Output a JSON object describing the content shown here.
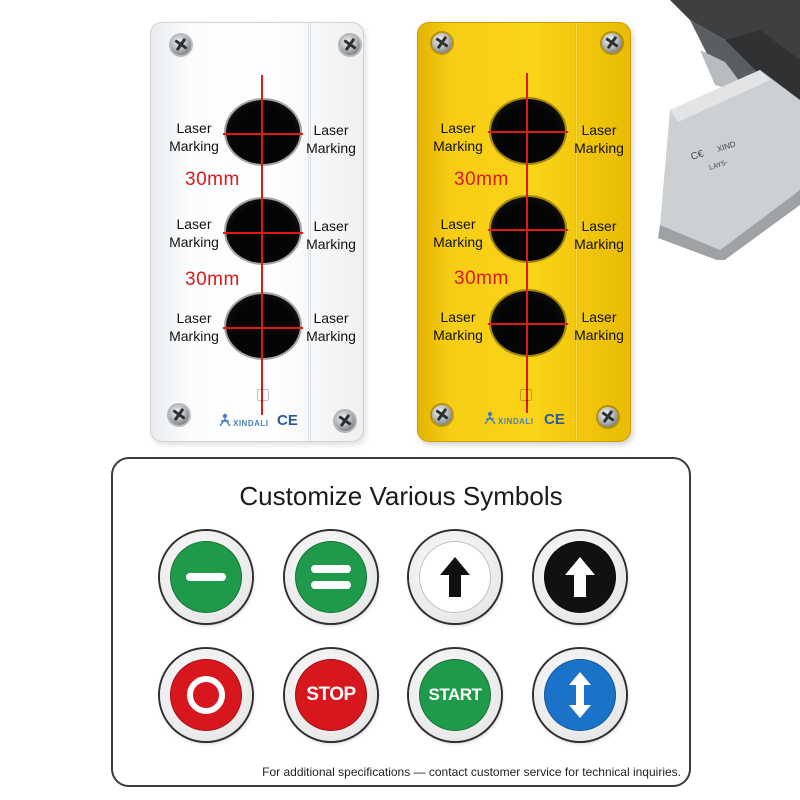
{
  "enclosure_labels": {
    "laser_marking": "Laser\nMarking",
    "spacing": "30mm",
    "brand": "XINDALI",
    "ce_mark": "CE"
  },
  "enclosures": [
    {
      "color_name": "white",
      "color": "#ffffff"
    },
    {
      "color_name": "yellow",
      "color": "#f8cf14"
    }
  ],
  "measure_color": "#e01818",
  "symbols_panel": {
    "title": "Customize Various Symbols",
    "footnote": "For additional specifications — contact customer service for technical inquiries.",
    "symbols": [
      {
        "name": "minus",
        "icon": "minus-icon",
        "face": "#1f9a4a",
        "text": ""
      },
      {
        "name": "equals",
        "icon": "equals-icon",
        "face": "#1f9a4a",
        "text": ""
      },
      {
        "name": "up-arrow-white",
        "icon": "up-arrow-icon",
        "face": "#ffffff",
        "text": ""
      },
      {
        "name": "up-arrow-black",
        "icon": "up-arrow-icon",
        "face": "#111111",
        "text": ""
      },
      {
        "name": "circle-red",
        "icon": "ring-icon",
        "face": "#d8161e",
        "text": ""
      },
      {
        "name": "stop",
        "icon": "",
        "face": "#d8161e",
        "text": "STOP"
      },
      {
        "name": "start",
        "icon": "",
        "face": "#1f9a4a",
        "text": "START"
      },
      {
        "name": "up-down",
        "icon": "up-down-arrow-icon",
        "face": "#1a73c9",
        "text": ""
      }
    ]
  }
}
